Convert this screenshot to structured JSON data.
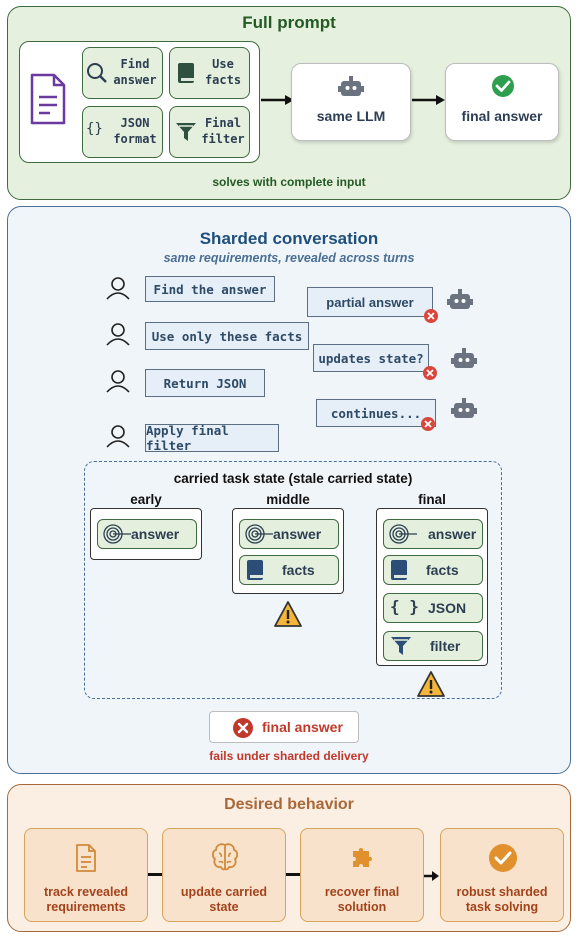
{
  "full_prompt": {
    "title": "Full prompt",
    "chips": {
      "find": [
        "Find",
        "answer"
      ],
      "use": [
        "Use",
        "facts"
      ],
      "json": [
        "JSON",
        "format"
      ],
      "filter": [
        "Final",
        "filter"
      ]
    },
    "llm_label": "same LLM",
    "final_label": "final answer",
    "caption": "solves with complete input"
  },
  "sharded": {
    "title": "Sharded conversation",
    "subtitle": "same requirements, revealed across turns",
    "user_turns": [
      "Find the answer",
      "Use only these facts",
      "Return JSON",
      "Apply final filter"
    ],
    "bot_turns": [
      "partial answer",
      "updates state?",
      "continues..."
    ],
    "state_title": "carried task state (stale carried state)",
    "columns": {
      "early": {
        "label": "early",
        "items": [
          "answer"
        ]
      },
      "middle": {
        "label": "middle",
        "items": [
          "answer",
          "facts"
        ]
      },
      "final": {
        "label": "final",
        "items": [
          "answer",
          "facts",
          "JSON",
          "filter"
        ]
      }
    },
    "fail_button": "final answer",
    "fail_caption": "fails under sharded delivery"
  },
  "desired": {
    "title": "Desired behavior",
    "steps": [
      [
        "track revealed",
        "requirements"
      ],
      [
        "update carried",
        "state"
      ],
      [
        "recover final",
        "solution"
      ],
      [
        "robust sharded",
        "task solving"
      ]
    ]
  },
  "colors": {
    "green_bg": "#e6f0de",
    "green_border": "#3f6b3f",
    "blue_bg": "#f0f5fa",
    "blue_border": "#4a6f94",
    "orange_bg": "#fbefe3",
    "orange_border": "#a9683a",
    "fail_red": "#c0392b",
    "check_green": "#2e9e4f"
  }
}
